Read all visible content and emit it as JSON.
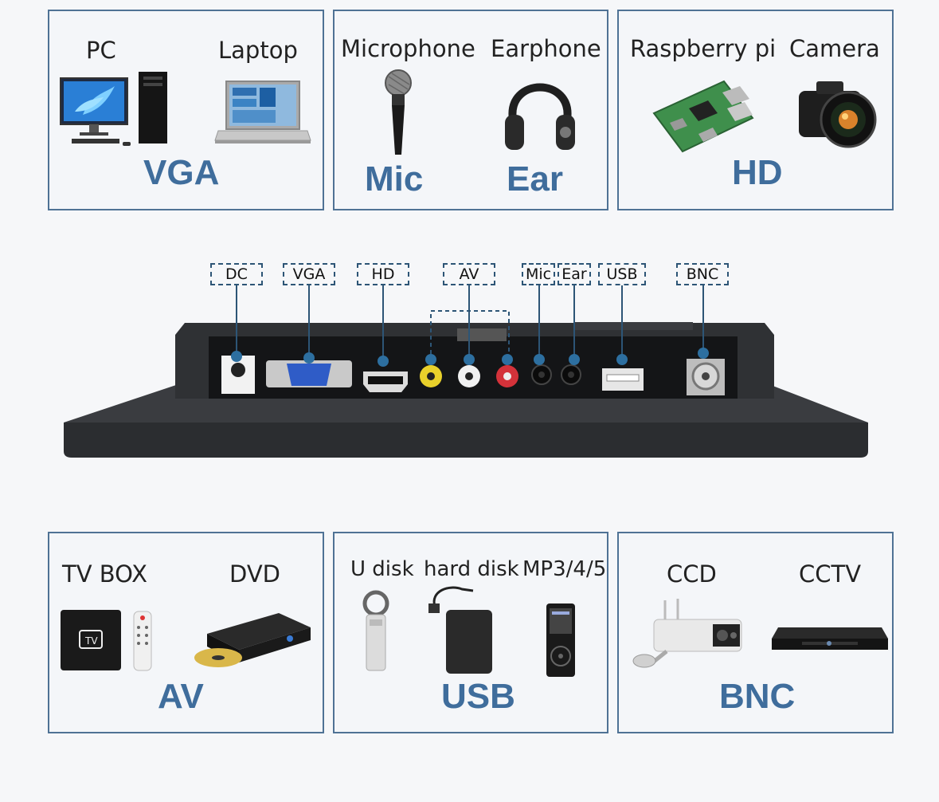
{
  "panels_top": [
    {
      "big": "VGA",
      "devices": [
        "PC",
        "Laptop"
      ],
      "icons": [
        "desktop-pc-icon",
        "laptop-icon"
      ]
    },
    {
      "big_left": "Mic",
      "big_right": "Ear",
      "devices": [
        "Microphone",
        "Earphone"
      ],
      "icons": [
        "microphone-icon",
        "headphones-icon"
      ]
    },
    {
      "big": "HD",
      "devices": [
        "Raspberry pi",
        "Camera"
      ],
      "icons": [
        "raspberry-pi-board-icon",
        "dslr-camera-icon"
      ]
    }
  ],
  "ports": [
    "DC",
    "VGA",
    "HD",
    "AV",
    "Mic",
    "Ear",
    "USB",
    "BNC"
  ],
  "panels_bottom": [
    {
      "big": "AV",
      "devices": [
        "TV BOX",
        "DVD"
      ],
      "icons": [
        "tv-box-icon",
        "dvd-player-icon"
      ]
    },
    {
      "big": "USB",
      "devices": [
        "U disk",
        "hard disk",
        "MP3/4/5"
      ],
      "icons": [
        "usb-flash-drive-icon",
        "hard-disk-icon",
        "mp3-player-icon"
      ]
    },
    {
      "big": "BNC",
      "devices": [
        "CCD",
        "CCTV"
      ],
      "icons": [
        "ccd-camera-icon",
        "cctv-recorder-icon"
      ]
    }
  ],
  "colors": {
    "accent": "#3f6d9c",
    "border": "#4f7295",
    "port_line": "#2d5576",
    "device_body": "#2b2d30"
  }
}
